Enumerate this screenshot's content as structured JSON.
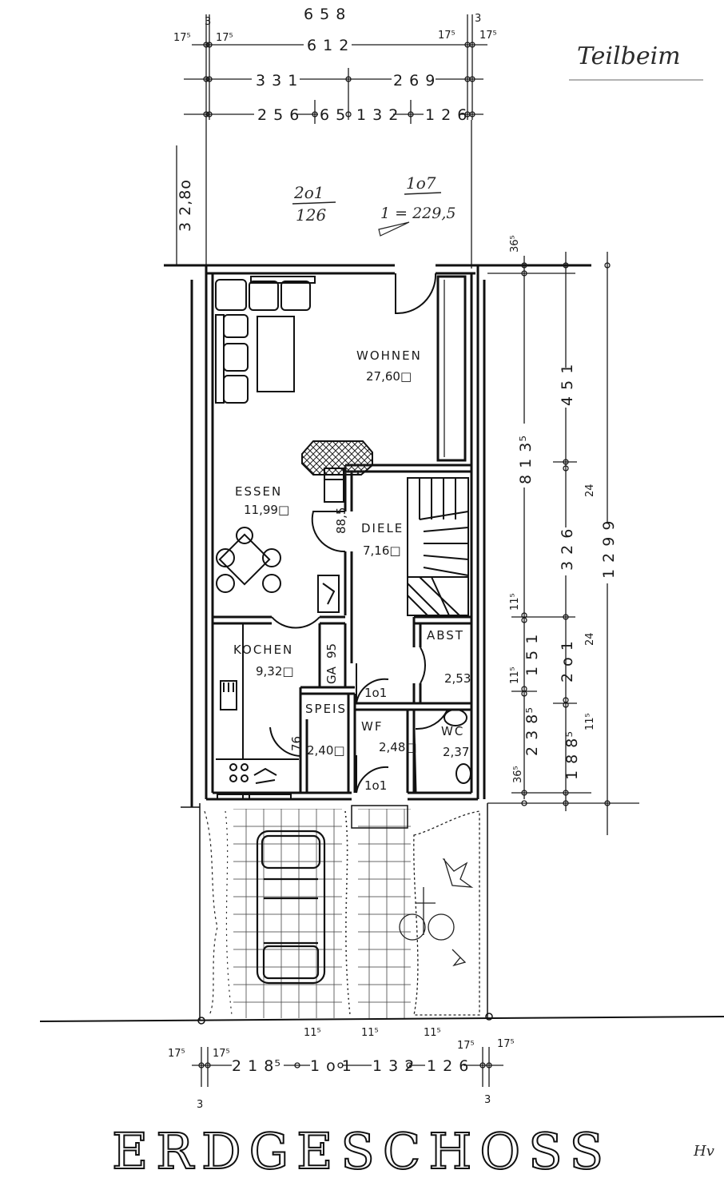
{
  "title": "ERDGESCHOSS",
  "rooms": {
    "wohnen": {
      "name": "WOHNEN",
      "area": "27,60□"
    },
    "essen": {
      "name": "ESSEN",
      "area": "11,99□"
    },
    "diele": {
      "name": "DIELE",
      "area": "7,16□"
    },
    "kochen": {
      "name": "KOCHEN",
      "area": "9,32□"
    },
    "abst": {
      "name": "ABST",
      "area": "2,53"
    },
    "speis": {
      "name": "SPEIS",
      "area": "2,40□"
    },
    "wf": {
      "name": "WF",
      "area": "2,48□"
    },
    "wc": {
      "name": "WC",
      "area": "2,37"
    },
    "ga": {
      "name": "GA",
      "value": "95"
    }
  },
  "doors": {
    "door1": "1o1",
    "door2": "1o1",
    "door_speis": "76",
    "door_diele": "88,5"
  },
  "top_dims": {
    "row0": "6 5 8",
    "left_small_a": "17⁵",
    "left_small_b": "3",
    "left_small_c": "17⁵",
    "total": "6 1 2",
    "right_small_a": "17⁵",
    "right_small_b": "3",
    "right_small_c": "17⁵",
    "row2_a": "3 3 1",
    "row2_b": "2 6 9",
    "row3_a": "2 5 6",
    "row3_b": "6 5",
    "row3_c": "1 3 2",
    "row3_d": "1 2 6",
    "depth": "3 2,8o"
  },
  "parcel": {
    "line1": "2o1",
    "line2": "126",
    "line3": "1o7",
    "line4": "1 = 229,5"
  },
  "right_dims": {
    "d365_top": "36⁵",
    "d451": "4 5 1",
    "d8135": "8 1 3⁵",
    "d24a": "24",
    "d326": "3 2 6",
    "d1299": "1 2 9 9",
    "d115a": "11⁵",
    "d24b": "24",
    "d151": "1 5 1",
    "d115b": "11⁵",
    "d201": "2 o 1",
    "d115c": "11⁵",
    "d2385": "2 3 8⁵",
    "d1885": "1 8 8⁵",
    "d365_bot": "36⁵"
  },
  "bottom_dims": {
    "s1": "11⁵",
    "s2": "11⁵",
    "s3": "11⁵",
    "l_a": "17⁵",
    "l_b": "17⁵",
    "d2185": "2 1 8⁵",
    "d101": "1 o 1",
    "d132": "1 3 2",
    "d126": "1 2 6",
    "r_a": "17⁵",
    "r_b": "17⁵",
    "n3_left": "3",
    "n3_right": "3"
  },
  "handwriting": {
    "top_right": "Teilbeim",
    "bottom_right": "Hv"
  },
  "colors": {
    "ink": "#1a1a1a",
    "paper": "#ffffff"
  }
}
